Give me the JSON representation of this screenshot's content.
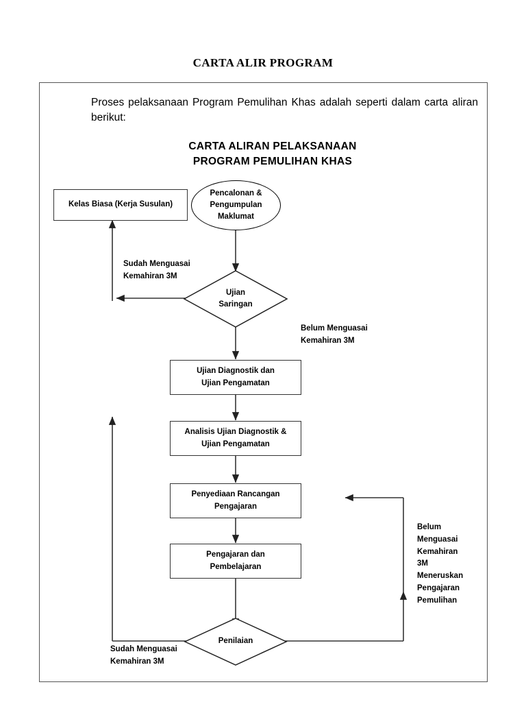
{
  "document": {
    "title": "CARTA ALIR PROGRAM",
    "intro": "Proses pelaksanaan Program Pemulihan Khas adalah seperti dalam carta aliran berikut:",
    "chart_heading_line1": "CARTA ALIRAN  PELAKSANAAN",
    "chart_heading_line2": "PROGRAM PEMULIHAN KHAS"
  },
  "chart_data": {
    "type": "diagram",
    "title": "CARTA ALIRAN PELAKSANAAN PROGRAM PEMULIHAN KHAS",
    "nodes": [
      {
        "id": "start",
        "shape": "oval",
        "text": "Pencalonan &\nPengumpulan\nMaklumat"
      },
      {
        "id": "kelas",
        "shape": "rect",
        "text": "Kelas Biasa (Kerja Susulan)"
      },
      {
        "id": "saringan",
        "shape": "diamond",
        "text": "Ujian\nSaringan"
      },
      {
        "id": "diagnostik",
        "shape": "rect",
        "text": "Ujian Diagnostik dan\nUjian Pengamatan"
      },
      {
        "id": "analisis",
        "shape": "rect",
        "text": "Analisis Ujian Diagnostik &\nUjian Pengamatan"
      },
      {
        "id": "rancangan",
        "shape": "rect",
        "text": "Penyediaan Rancangan\nPengajaran"
      },
      {
        "id": "pdp",
        "shape": "rect",
        "text": "Pengajaran dan\nPembelajaran"
      },
      {
        "id": "penilaian",
        "shape": "diamond",
        "text": "Penilaian"
      }
    ],
    "edge_labels": [
      {
        "id": "saringan-yes",
        "text": "Sudah Menguasai\nKemahiran 3M"
      },
      {
        "id": "saringan-no",
        "text": "Belum Menguasai\nKemahiran 3M"
      },
      {
        "id": "penilaian-no",
        "text": "Belum\nMenguasai\nKemahiran\n3M\nMeneruskan\nPengajaran\nPemulihan"
      },
      {
        "id": "penilaian-yes",
        "text": "Sudah Menguasai\nKemahiran 3M"
      }
    ],
    "node_texts": {
      "start_l1": "Pencalonan &",
      "start_l2": "Pengumpulan",
      "start_l3": "Maklumat",
      "kelas": "Kelas Biasa (Kerja Susulan)",
      "saringan_l1": "Ujian",
      "saringan_l2": "Saringan",
      "diagnostik_l1": "Ujian Diagnostik dan",
      "diagnostik_l2": "Ujian Pengamatan",
      "analisis_l1": "Analisis Ujian Diagnostik &",
      "analisis_l2": "Ujian Pengamatan",
      "rancangan_l1": "Penyediaan Rancangan",
      "rancangan_l2": "Pengajaran",
      "pdp_l1": "Pengajaran dan",
      "pdp_l2": "Pembelajaran",
      "penilaian": "Penilaian"
    },
    "label_texts": {
      "saringan_yes": "Sudah Menguasai\nKemahiran 3M",
      "saringan_no": "Belum Menguasai\nKemahiran 3M",
      "penilaian_no": "Belum\nMenguasai\nKemahiran\n3M\nMeneruskan\nPengajaran\nPemulihan",
      "penilaian_yes": "Sudah Menguasai\nKemahiran 3M"
    },
    "colors": {
      "line": "#333333",
      "text": "#000000",
      "background": "#ffffff"
    }
  }
}
